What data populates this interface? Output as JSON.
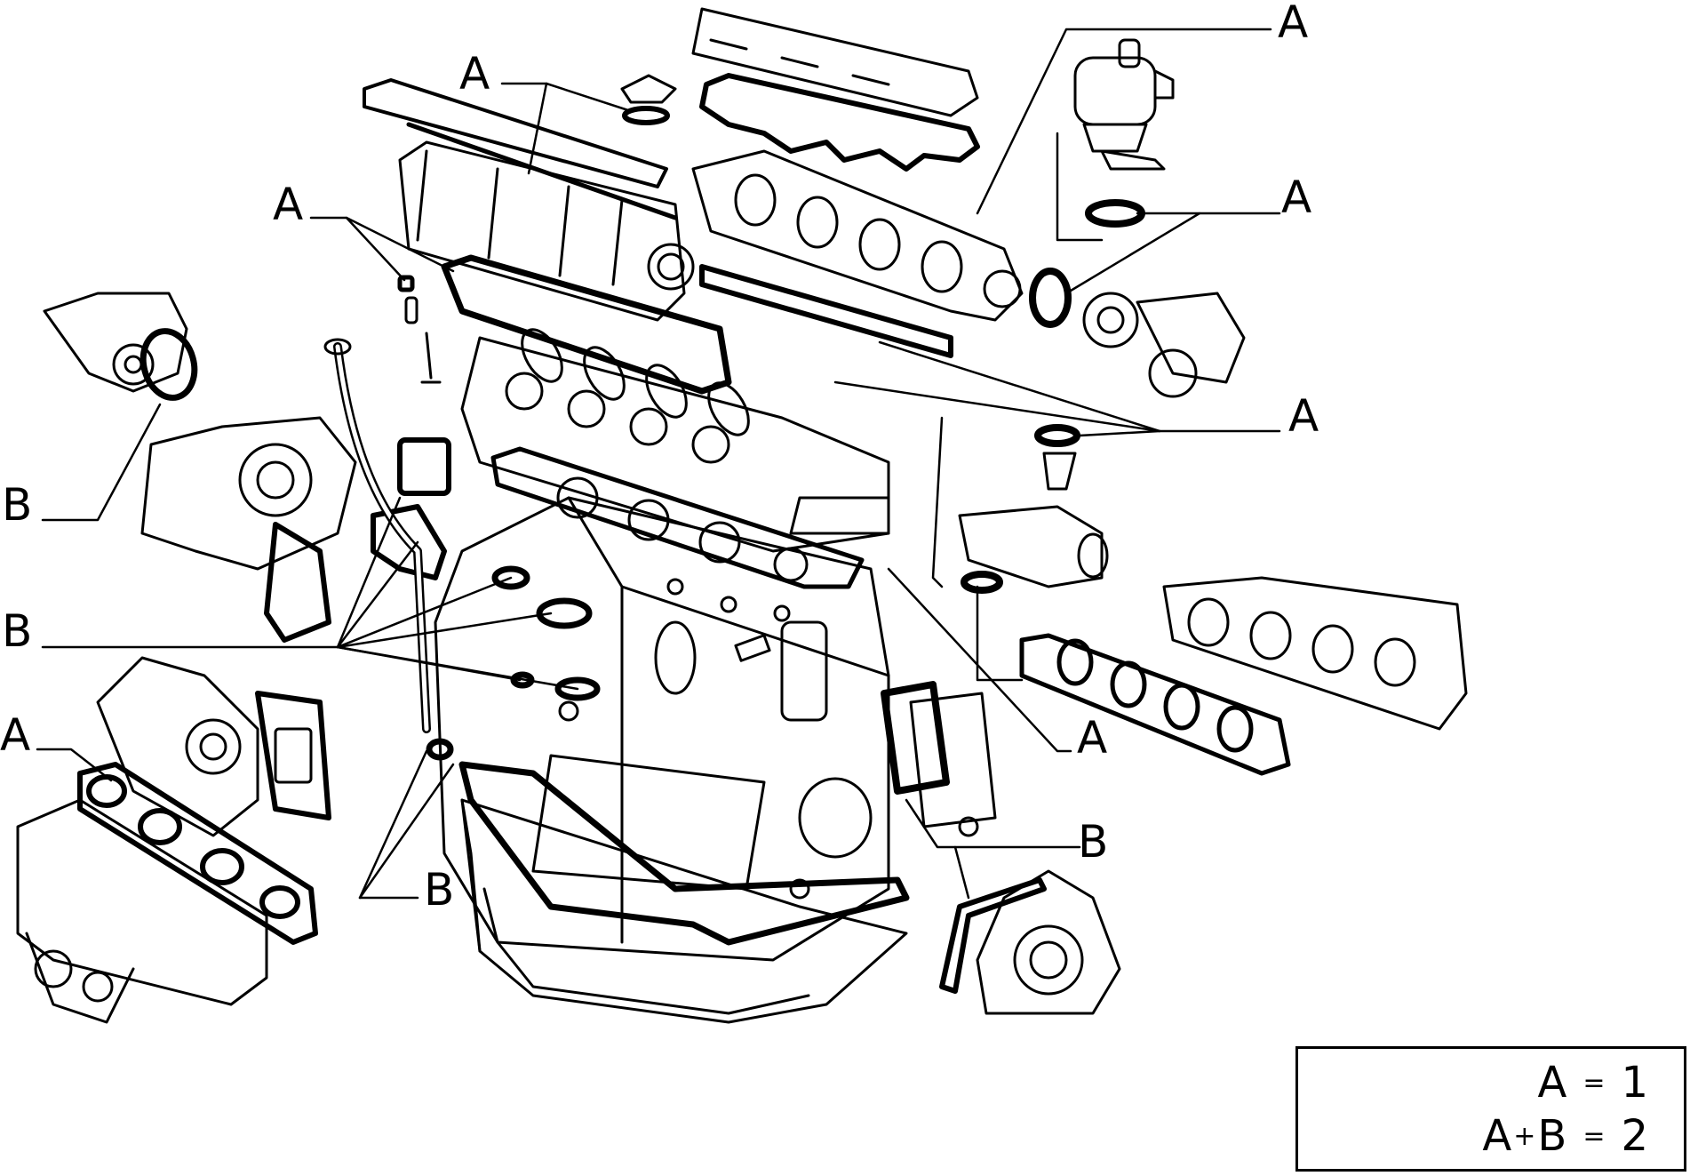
{
  "callouts": {
    "a1": "A",
    "a2": "A",
    "a3": "A",
    "a4": "A",
    "a5": "A",
    "a6": "A",
    "a7": "A",
    "b1": "B",
    "b2": "B",
    "b3": "B",
    "b4": "B"
  },
  "legend": {
    "row1": {
      "kit": "A",
      "equals": "=",
      "value": "1"
    },
    "row2": {
      "kit_a": "A",
      "plus": "+",
      "kit_b": "B",
      "equals": "=",
      "value": "2"
    }
  },
  "colors": {
    "ink": "#000000",
    "paper": "#ffffff"
  }
}
